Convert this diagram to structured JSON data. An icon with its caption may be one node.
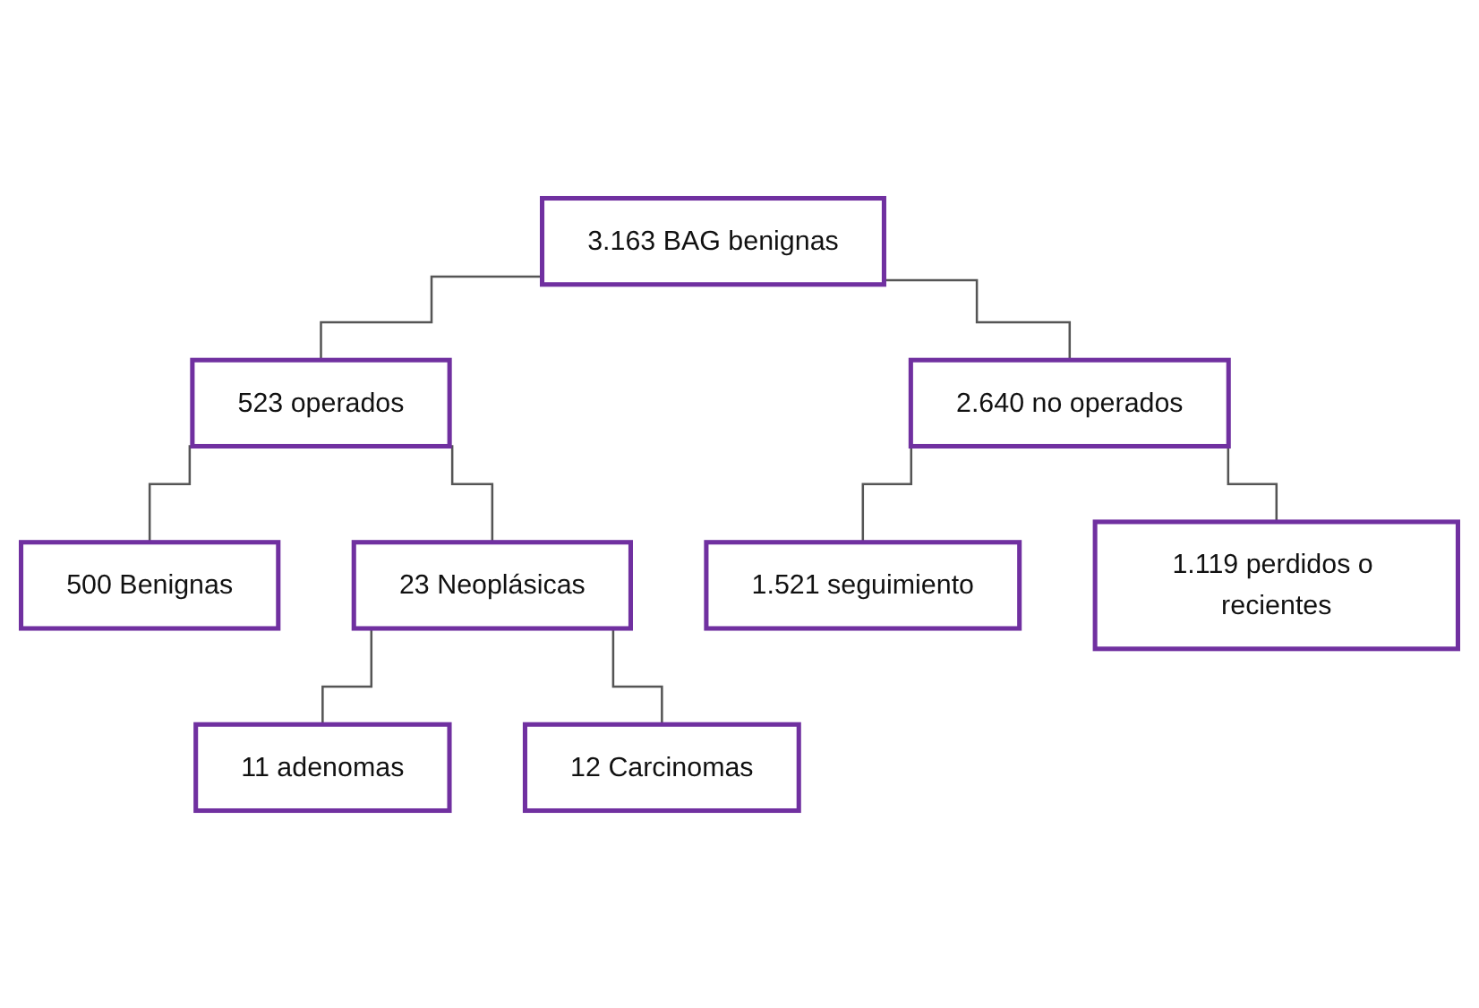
{
  "diagram": {
    "nodes": [
      {
        "text": [
          "3.163 BAG benignas"
        ]
      },
      {
        "text": [
          "523 operados"
        ]
      },
      {
        "text": [
          "2.640 no operados"
        ]
      },
      {
        "text": [
          "500 Benignas"
        ]
      },
      {
        "text": [
          "23 Neoplásicas"
        ]
      },
      {
        "text": [
          "1.521 seguimiento"
        ]
      },
      {
        "text": [
          "1.119 perdidos o recientes"
        ]
      },
      {
        "text": [
          "11 adenomas"
        ]
      },
      {
        "text": [
          "12 Carcinomas"
        ]
      }
    ],
    "edges": [
      {
        "from": 0,
        "to": 1,
        "arrow": "none"
      },
      {
        "from": 0,
        "to": 2,
        "arrow": "none"
      },
      {
        "from": 1,
        "to": 3,
        "arrow": "none"
      },
      {
        "from": 1,
        "to": 4,
        "arrow": "none"
      },
      {
        "from": 2,
        "to": 5,
        "arrow": "none"
      },
      {
        "from": 2,
        "to": 6,
        "arrow": "none"
      },
      {
        "from": 4,
        "to": 7,
        "arrow": "none"
      },
      {
        "from": 4,
        "to": 8,
        "arrow": "none"
      }
    ]
  }
}
